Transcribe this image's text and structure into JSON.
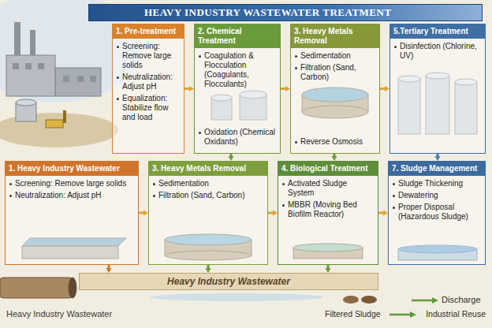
{
  "diagram": {
    "title": "HEAVY INDUSTRY WASTEWATER TREATMENT",
    "nodes": [
      {
        "text": [
          "1. Pre-treatment",
          "Screening: Remove large solids",
          "Neutralization: Adjust pH",
          "Equalization: Stabilize flow and load"
        ]
      },
      {
        "text": [
          "2. Chemical Treatment",
          "Coagulation & Flocculation (Coagulants, Flocculants)",
          "Oxidation (Chemical Oxidants)"
        ]
      },
      {
        "text": [
          "3. Heavy Metals Removal",
          "Sedimentation",
          "Filtration (Sand, Carbon)",
          "Reverse Osmosis"
        ]
      },
      {
        "text": [
          "5.Tertiary Treatment",
          "Disinfection (Chlorine, UV)"
        ]
      },
      {
        "text": [
          "1. Heavy Industry Wastewater",
          "Screening: Remove large solids",
          "Neutralization: Adjust pH"
        ]
      },
      {
        "text": [
          "3. Heavy Metals Removal",
          "Sedimentation",
          "Filtration (Sand, Carbon)"
        ]
      },
      {
        "text": [
          "4. Biological Treatment",
          "Activated Sludge System",
          "MBBR (Moving Bed Biofilm Reactor)"
        ]
      },
      {
        "text": [
          "7. Sludge Management",
          "Sludge Thickening",
          "Dewatering",
          "Proper Disposal (Hazardous Sludge)"
        ]
      },
      {
        "text": [
          "Heavy Industry Wastewater"
        ]
      }
    ],
    "edges": [
      {
        "from": 0,
        "to": 1,
        "arrow": "to"
      },
      {
        "from": 1,
        "to": 2,
        "arrow": "to"
      },
      {
        "from": 2,
        "to": 3,
        "arrow": "to"
      },
      {
        "from": 4,
        "to": 5,
        "arrow": "to"
      },
      {
        "from": 5,
        "to": 6,
        "arrow": "to"
      },
      {
        "from": 6,
        "to": 7,
        "arrow": "to"
      },
      {
        "from": 1,
        "to": 5,
        "arrow": "to"
      },
      {
        "from": 2,
        "to": 6,
        "arrow": "to"
      },
      {
        "from": 3,
        "to": 7,
        "arrow": "to"
      },
      {
        "from": 4,
        "to": 8,
        "arrow": "to"
      },
      {
        "from": 5,
        "to": 8,
        "arrow": "to"
      },
      {
        "from": 6,
        "to": 8,
        "arrow": "to"
      }
    ],
    "labels": [
      "Heavy Industry Wastewater",
      "Discharge",
      "Filtered Sludge",
      "Industrial Reuse"
    ]
  }
}
